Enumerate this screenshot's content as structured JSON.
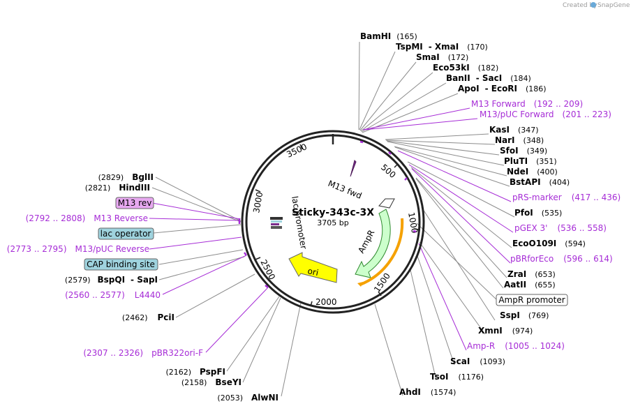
{
  "credit": {
    "text": "Created by",
    "brand": "SnapGene"
  },
  "plasmid": {
    "name": "Sticky-343c-3X",
    "length": "3705 bp"
  },
  "ticks": [
    "500",
    "1000",
    "1500",
    "2000",
    "2500",
    "3000",
    "3500"
  ],
  "features": {
    "m13fwd": "M13 fwd",
    "lac_promoter": "lac promoter",
    "ampr": "AmpR",
    "ori": "ori"
  },
  "colors": {
    "ampr_fill": "#ccffcc",
    "ampr_stroke": "#2f8a2f",
    "ori_fill": "#ffff00",
    "promoter_fill": "#ffffff",
    "primer": "#a62cd6",
    "feature_box": "#9fd3de",
    "mrev_box": "#e7a8f0",
    "orange": "#f5a100"
  },
  "right_labels": [
    {
      "name": "BamHI",
      "pos": "(165)"
    },
    {
      "name": "TspMI",
      "alt": "- XmaI",
      "pos": "(170)"
    },
    {
      "name": "SmaI",
      "pos": "(172)"
    },
    {
      "name": "Eco53kI",
      "pos": "(182)"
    },
    {
      "name": "BanII",
      "alt": "- SacI",
      "pos": "(184)"
    },
    {
      "name": "ApoI",
      "alt": "- EcoRI",
      "pos": "(186)"
    },
    {
      "name": "M13 Forward",
      "pos": "(192 .. 209)"
    },
    {
      "name": "M13/pUC Forward",
      "pos": "(201 .. 223)"
    },
    {
      "name": "KasI",
      "pos": "(347)"
    },
    {
      "name": "NarI",
      "pos": "(348)"
    },
    {
      "name": "SfoI",
      "pos": "(349)"
    },
    {
      "name": "PluTI",
      "pos": "(351)"
    },
    {
      "name": "NdeI",
      "pos": "(400)"
    },
    {
      "name": "BstAPI",
      "pos": "(404)"
    },
    {
      "name": "pRS-marker",
      "pos": "(417 .. 436)"
    },
    {
      "name": "PfoI",
      "pos": "(535)"
    },
    {
      "name": "pGEX 3'",
      "pos": "(536 .. 558)"
    },
    {
      "name": "EcoO109I",
      "pos": "(594)"
    },
    {
      "name": "pBRforEco",
      "pos": "(596 .. 614)"
    },
    {
      "name": "ZraI",
      "pos": "(653)"
    },
    {
      "name": "AatII",
      "pos": "(655)"
    },
    {
      "name": "AmpR promoter"
    },
    {
      "name": "SspI",
      "pos": "(769)"
    },
    {
      "name": "XmnI",
      "pos": "(974)"
    },
    {
      "name": "Amp-R",
      "pos": "(1005 .. 1024)"
    },
    {
      "name": "ScaI",
      "pos": "(1093)"
    },
    {
      "name": "TsoI",
      "pos": "(1176)"
    },
    {
      "name": "AhdI",
      "pos": "(1574)"
    }
  ],
  "left_labels": [
    {
      "name": "BglII",
      "pos": "(2829)"
    },
    {
      "name": "HindIII",
      "pos": "(2821)"
    },
    {
      "name": "M13 rev"
    },
    {
      "name": "M13 Reverse",
      "pos": "(2792 .. 2808)"
    },
    {
      "name": "lac operator"
    },
    {
      "name": "M13/pUC Reverse",
      "pos": "(2773 .. 2795)"
    },
    {
      "name": "CAP binding site"
    },
    {
      "name": "BspQI",
      "alt": "- SapI",
      "pos": "(2579)"
    },
    {
      "name": "L4440",
      "pos": "(2560 .. 2577)"
    },
    {
      "name": "PciI",
      "pos": "(2462)"
    },
    {
      "name": "pBR322ori-F",
      "pos": "(2307 .. 2326)"
    },
    {
      "name": "PspFI",
      "pos": "(2162)"
    },
    {
      "name": "BseYI",
      "pos": "(2158)"
    },
    {
      "name": "AlwNI",
      "pos": "(2053)"
    }
  ]
}
